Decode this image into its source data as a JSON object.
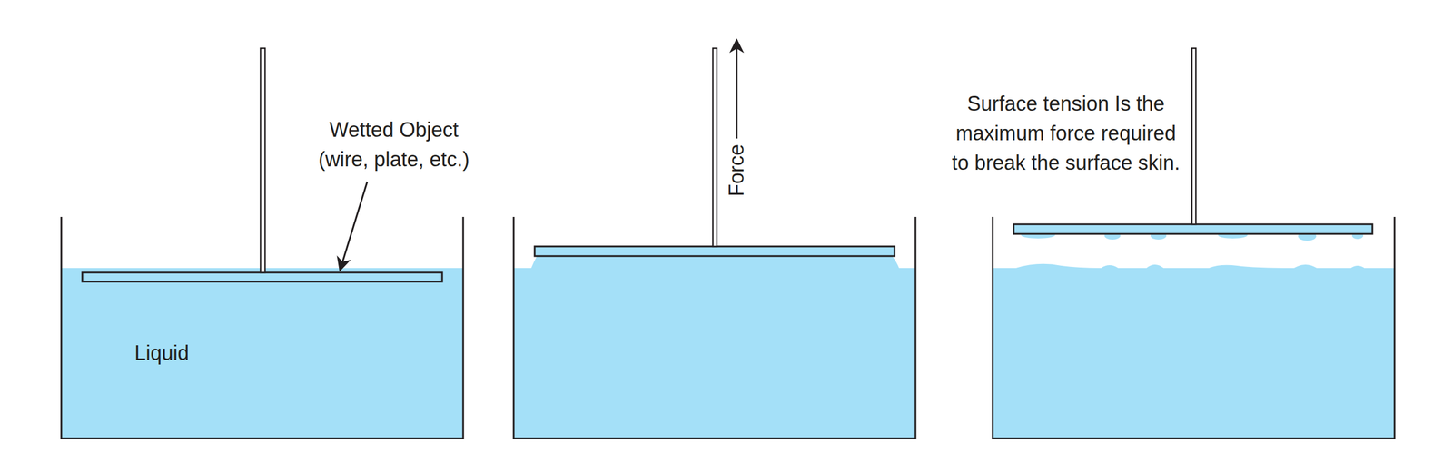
{
  "diagram": {
    "labels": [
      "Wetted Object (wire, plate, etc.)",
      "Liquid",
      "Force",
      "Surface tension Is the maximum force required to break the surface skin."
    ]
  }
}
